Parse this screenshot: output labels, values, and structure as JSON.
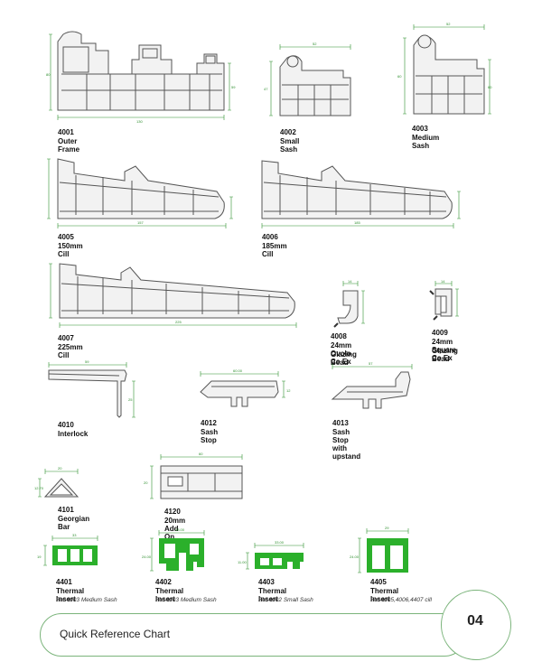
{
  "colors": {
    "profile_stroke": "#555555",
    "profile_fill": "#f2f2f2",
    "dimension": "#2e8f2e",
    "insert_green": "#2bb02b",
    "frame_border": "#7bb47b"
  },
  "profiles": [
    {
      "code": "4001",
      "name": "Outer Frame",
      "dims": [
        "130",
        "80",
        "59"
      ]
    },
    {
      "code": "4002",
      "name": "Small Sash",
      "dims": [
        "52",
        "47"
      ]
    },
    {
      "code": "4003",
      "name": "Medium Sash",
      "dims": [
        "52",
        "60",
        "60"
      ]
    },
    {
      "code": "4005",
      "name": "150mm Cill",
      "dims": [
        "157"
      ]
    },
    {
      "code": "4006",
      "name": "185mm Cill",
      "dims": [
        "185"
      ]
    },
    {
      "code": "4007",
      "name": "225mm Cill",
      "dims": [
        "225"
      ]
    },
    {
      "code": "4008",
      "name_line1": "24mm Ovolo Co Ex",
      "name_line2": "Glazing Bead",
      "dims": [
        "14"
      ]
    },
    {
      "code": "4009",
      "name_line1": "24mm Square Co Ex",
      "name_line2": "Glazing Bead",
      "dims": [
        "14"
      ]
    },
    {
      "code": "4010",
      "name": "Interlock",
      "dims": [
        "59",
        "25"
      ]
    },
    {
      "code": "4012",
      "name": "Sash Stop",
      "dims": [
        "60.00",
        "12"
      ]
    },
    {
      "code": "4013",
      "name": "Sash Stop with upstand",
      "dims": [
        "57"
      ]
    },
    {
      "code": "4101",
      "name": "Georgian Bar",
      "dims": [
        "20",
        "12.70"
      ]
    },
    {
      "code": "4120",
      "name": "20mm Add On",
      "dims": [
        "60",
        "20"
      ]
    },
    {
      "code": "4401",
      "name": "Thermal Insert",
      "note": "For 4003 Medium Sash",
      "dims": [
        "33",
        "19"
      ]
    },
    {
      "code": "4402",
      "name": "Thermal Insert",
      "note": "For 4003 Medium Sash",
      "dims": [
        "33.00",
        "24.00"
      ]
    },
    {
      "code": "4403",
      "name": "Thermal Insert",
      "note": "For 4002 Small Sash",
      "dims": [
        "33.00",
        "11.00"
      ]
    },
    {
      "code": "4405",
      "name": "Thermal Insert",
      "note": "For 4005,4006,4407 cill",
      "dims": [
        "29",
        "24.00"
      ]
    }
  ],
  "footer": {
    "title": "Quick Reference Chart",
    "page_number": "04"
  }
}
